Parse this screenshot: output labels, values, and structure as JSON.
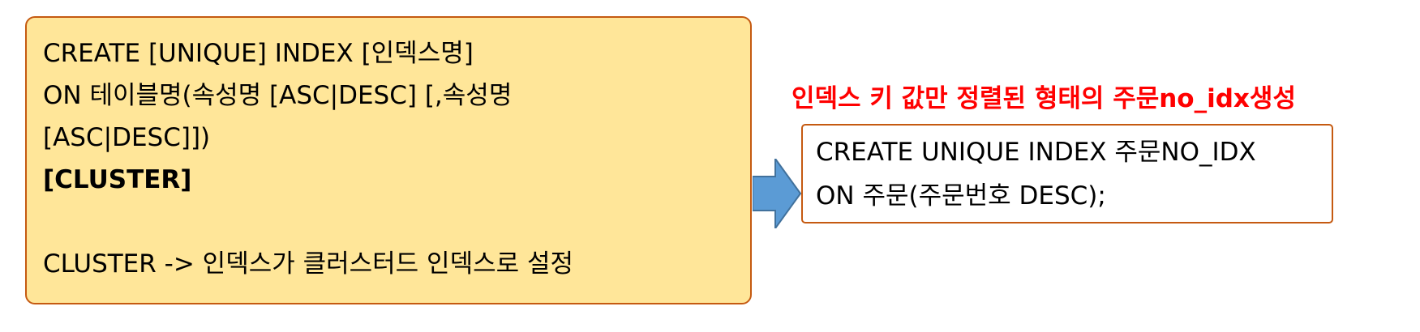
{
  "syntax_box": {
    "lines": [
      "CREATE [UNIQUE] INDEX [인덱스명]",
      "ON 테이블명(속성명 [ASC|DESC] [,속성명",
      "[ASC|DESC]])",
      "[CLUSTER]",
      "",
      "CLUSTER -> 인덱스가 클러스터드 인덱스로 설정"
    ]
  },
  "caption": "인덱스 키 값만 정렬된 형태의 주문no_idx생성",
  "example_box": {
    "lines": [
      "CREATE UNIQUE INDEX 주문NO_IDX",
      "ON 주문(주문번호 DESC);"
    ]
  },
  "colors": {
    "syntax_fill": "#ffe699",
    "box_border": "#c55a11",
    "arrow_fill": "#5b9bd5",
    "caption_text": "#ff0000"
  }
}
